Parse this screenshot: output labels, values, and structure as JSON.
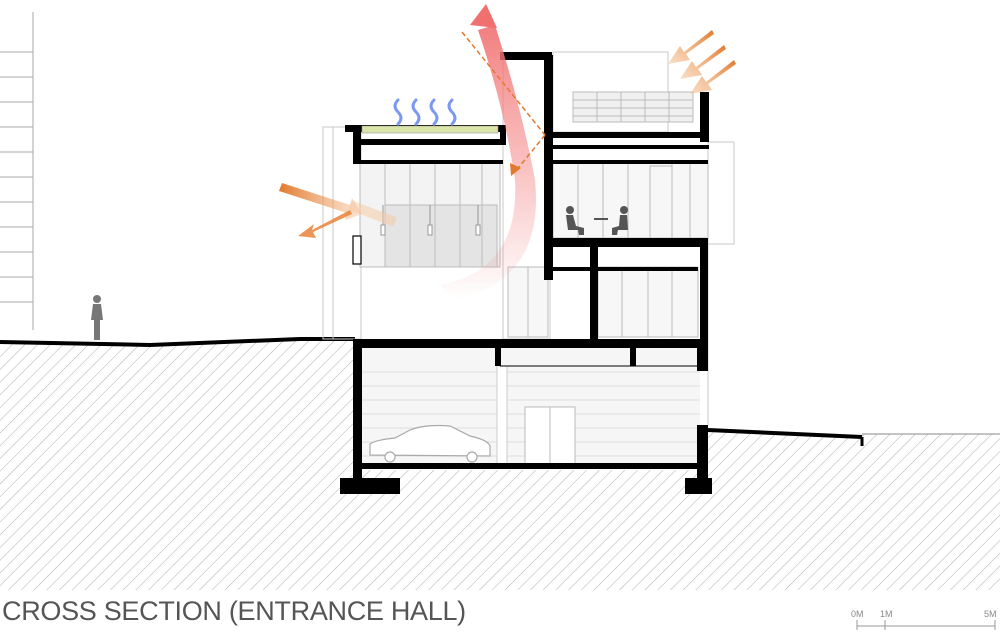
{
  "title": "CROSS SECTION (ENTRANCE HALL)",
  "scale_bar": {
    "labels": [
      "0M",
      "1M",
      "5M"
    ]
  },
  "colors": {
    "structure": "#000000",
    "hatch": "#9a9a9a",
    "warm_air": "#f08a8a",
    "sun": "#e8843a",
    "cool_air": "#6f8ff0",
    "glazing": "#e6e6e6"
  },
  "icons": [
    "person-silhouette",
    "seated-figures",
    "car-outline",
    "sun-arrows",
    "cooling-waves",
    "stack-effect-arrow"
  ]
}
